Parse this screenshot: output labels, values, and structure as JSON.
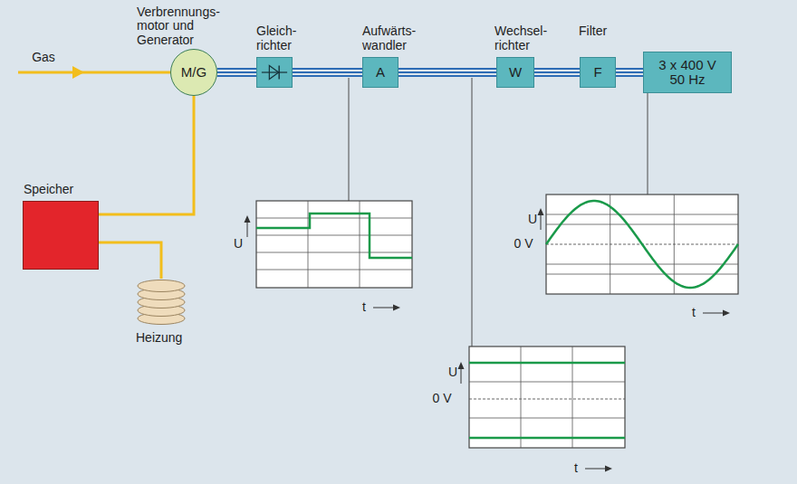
{
  "diagram": {
    "nodes": [
      {
        "text": [
          "Verbrennungs- motor und Generator",
          "M/G"
        ]
      },
      {
        "text": [
          "Gleich- richter"
        ]
      },
      {
        "text": [
          "Aufwärts- wandler",
          "A"
        ]
      },
      {
        "text": [
          "Wechsel- richter",
          "W"
        ]
      },
      {
        "text": [
          "Filter",
          "F"
        ]
      },
      {
        "text": [
          "3 x 400 V 50 Hz"
        ]
      },
      {
        "text": [
          "Speicher"
        ]
      },
      {
        "text": [
          "Heizung"
        ]
      }
    ],
    "edges": [
      {
        "from": 0,
        "to": 1,
        "arrow": "none"
      },
      {
        "from": 1,
        "to": 2,
        "arrow": "none"
      },
      {
        "from": 2,
        "to": 3,
        "arrow": "none"
      },
      {
        "from": 3,
        "to": 4,
        "arrow": "none"
      },
      {
        "from": 4,
        "to": 5,
        "arrow": "none"
      },
      {
        "from": 6,
        "to": 0,
        "arrow": "none"
      },
      {
        "from": 6,
        "to": 7,
        "arrow": "none"
      }
    ],
    "labels": [
      "Gas",
      "U",
      "t",
      "U",
      "0 V",
      "t",
      "U",
      "0 V",
      "t"
    ]
  }
}
